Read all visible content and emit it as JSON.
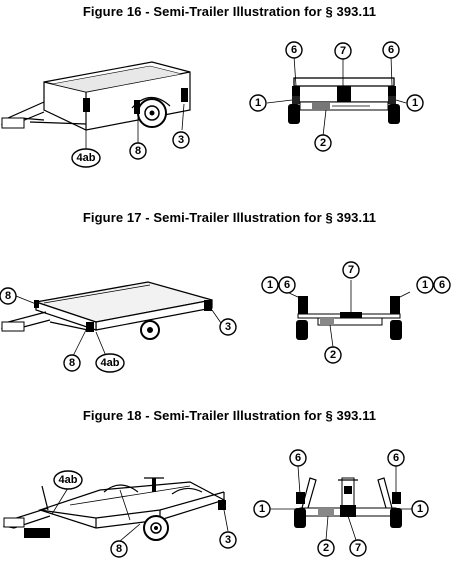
{
  "figures": [
    {
      "title": "Figure 16 - Semi-Trailer Illustration for § 393.11",
      "callouts": [
        "1",
        "2",
        "3",
        "4ab",
        "6",
        "7",
        "8"
      ]
    },
    {
      "title": "Figure 17 - Semi-Trailer Illustration for § 393.11",
      "callouts": [
        "1",
        "2",
        "3",
        "4ab",
        "6",
        "7",
        "8"
      ]
    },
    {
      "title": "Figure 18 - Semi-Trailer Illustration for § 393.11",
      "callouts": [
        "1",
        "2",
        "3",
        "4ab",
        "6",
        "7",
        "8"
      ]
    }
  ]
}
